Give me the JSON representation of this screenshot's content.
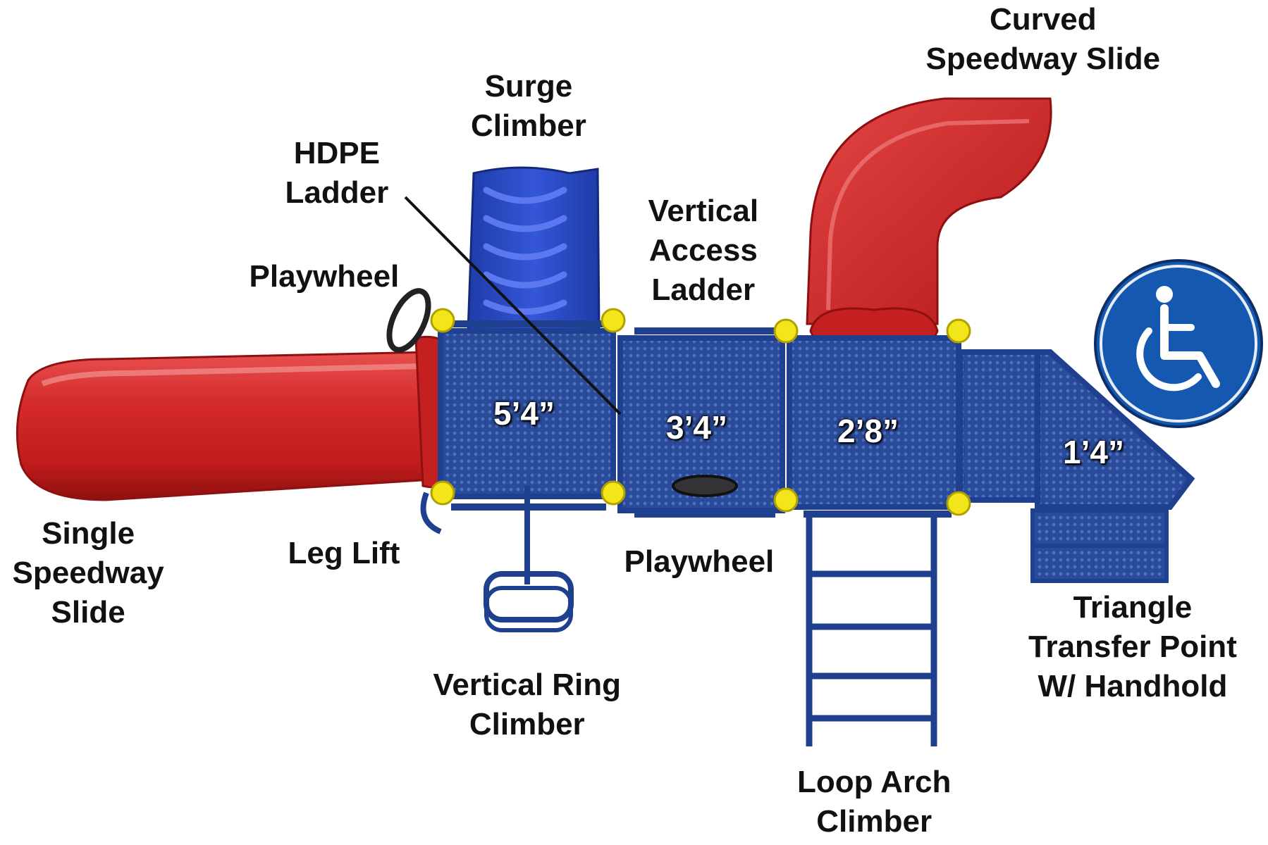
{
  "labels": {
    "curved_speedway_slide": [
      "Curved",
      "Speedway Slide"
    ],
    "surge_climber": [
      "Surge",
      "Climber"
    ],
    "hdpe_ladder": [
      "HDPE",
      "Ladder"
    ],
    "vertical_access_ladder": [
      "Vertical",
      "Access",
      "Ladder"
    ],
    "playwheel_top": "Playwheel",
    "single_speedway_slide": [
      "Single",
      "Speedway",
      "Slide"
    ],
    "leg_lift": "Leg Lift",
    "playwheel_bottom": "Playwheel",
    "vertical_ring_climber": [
      "Vertical Ring",
      "Climber"
    ],
    "loop_arch_climber": [
      "Loop Arch",
      "Climber"
    ],
    "triangle_transfer_point": [
      "Triangle",
      "Transfer Point",
      "W/ Handhold"
    ]
  },
  "deck_heights": [
    "5’4”",
    "3’4”",
    "2’8”",
    "1’4”"
  ],
  "accessibility_icon": "wheelchair-icon",
  "colors": {
    "slide_red": "#d42a2a",
    "frame_blue": "#1f3f8f",
    "climber_blue": "#2646c8",
    "post_cap_yellow": "#f2e51a",
    "accessibility_blue": "#1458b0"
  }
}
